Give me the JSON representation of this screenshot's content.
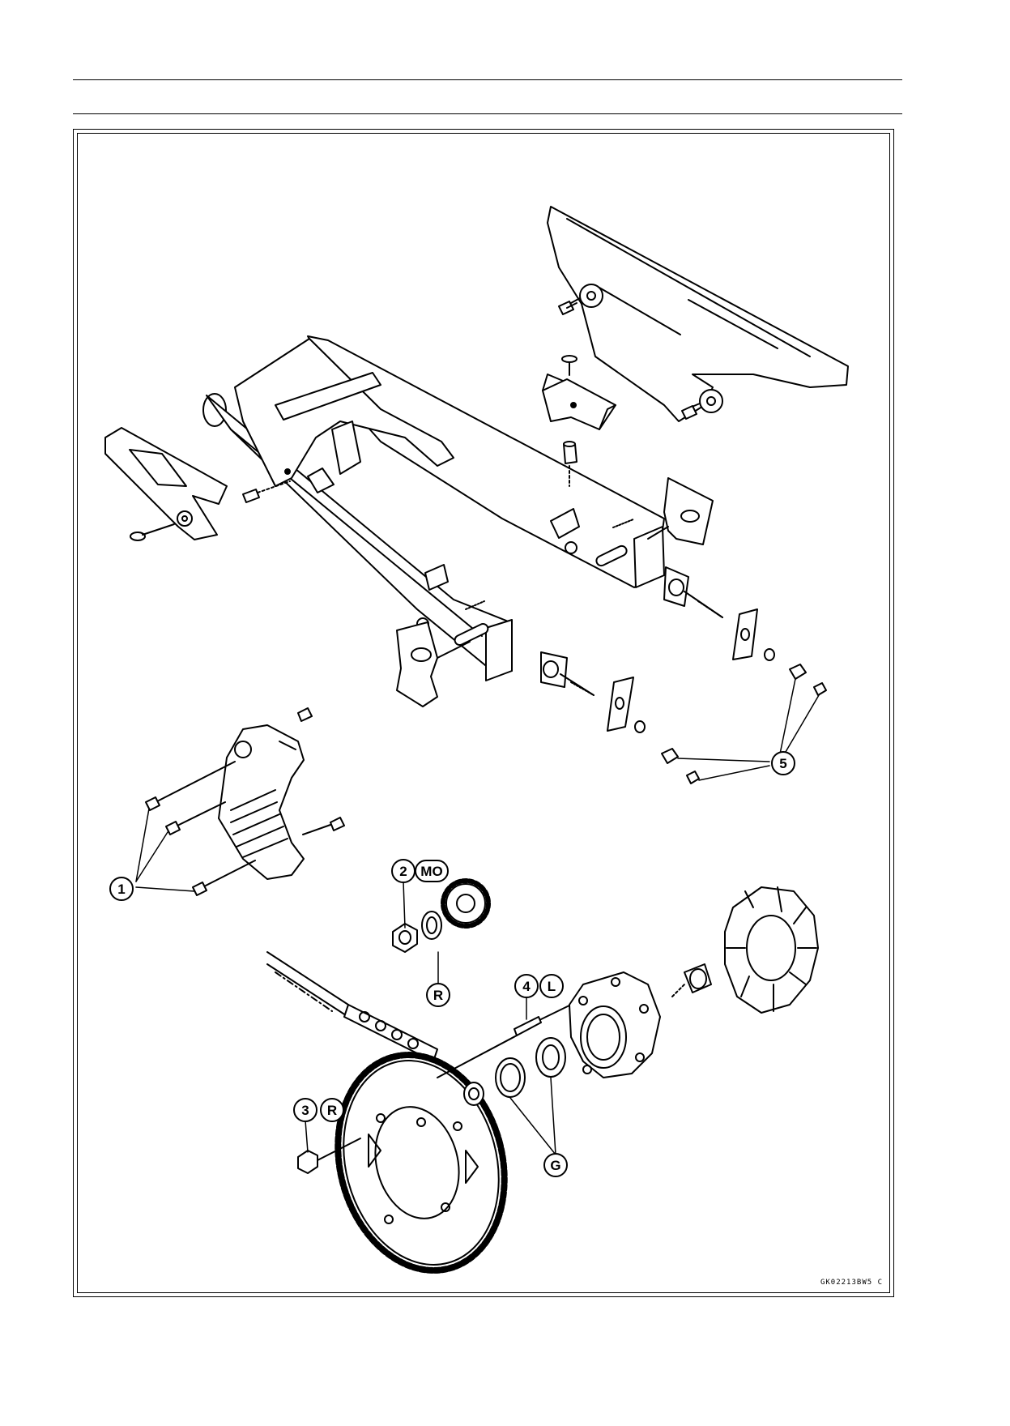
{
  "callouts": {
    "c1": "1",
    "c2": "2",
    "c2_code": "MO",
    "c2_r": "R",
    "c3": "3",
    "c3_code": "R",
    "c4": "4",
    "c4_code": "L",
    "c5": "5",
    "g": "G"
  },
  "figure_code": "GK02213BW5  C"
}
